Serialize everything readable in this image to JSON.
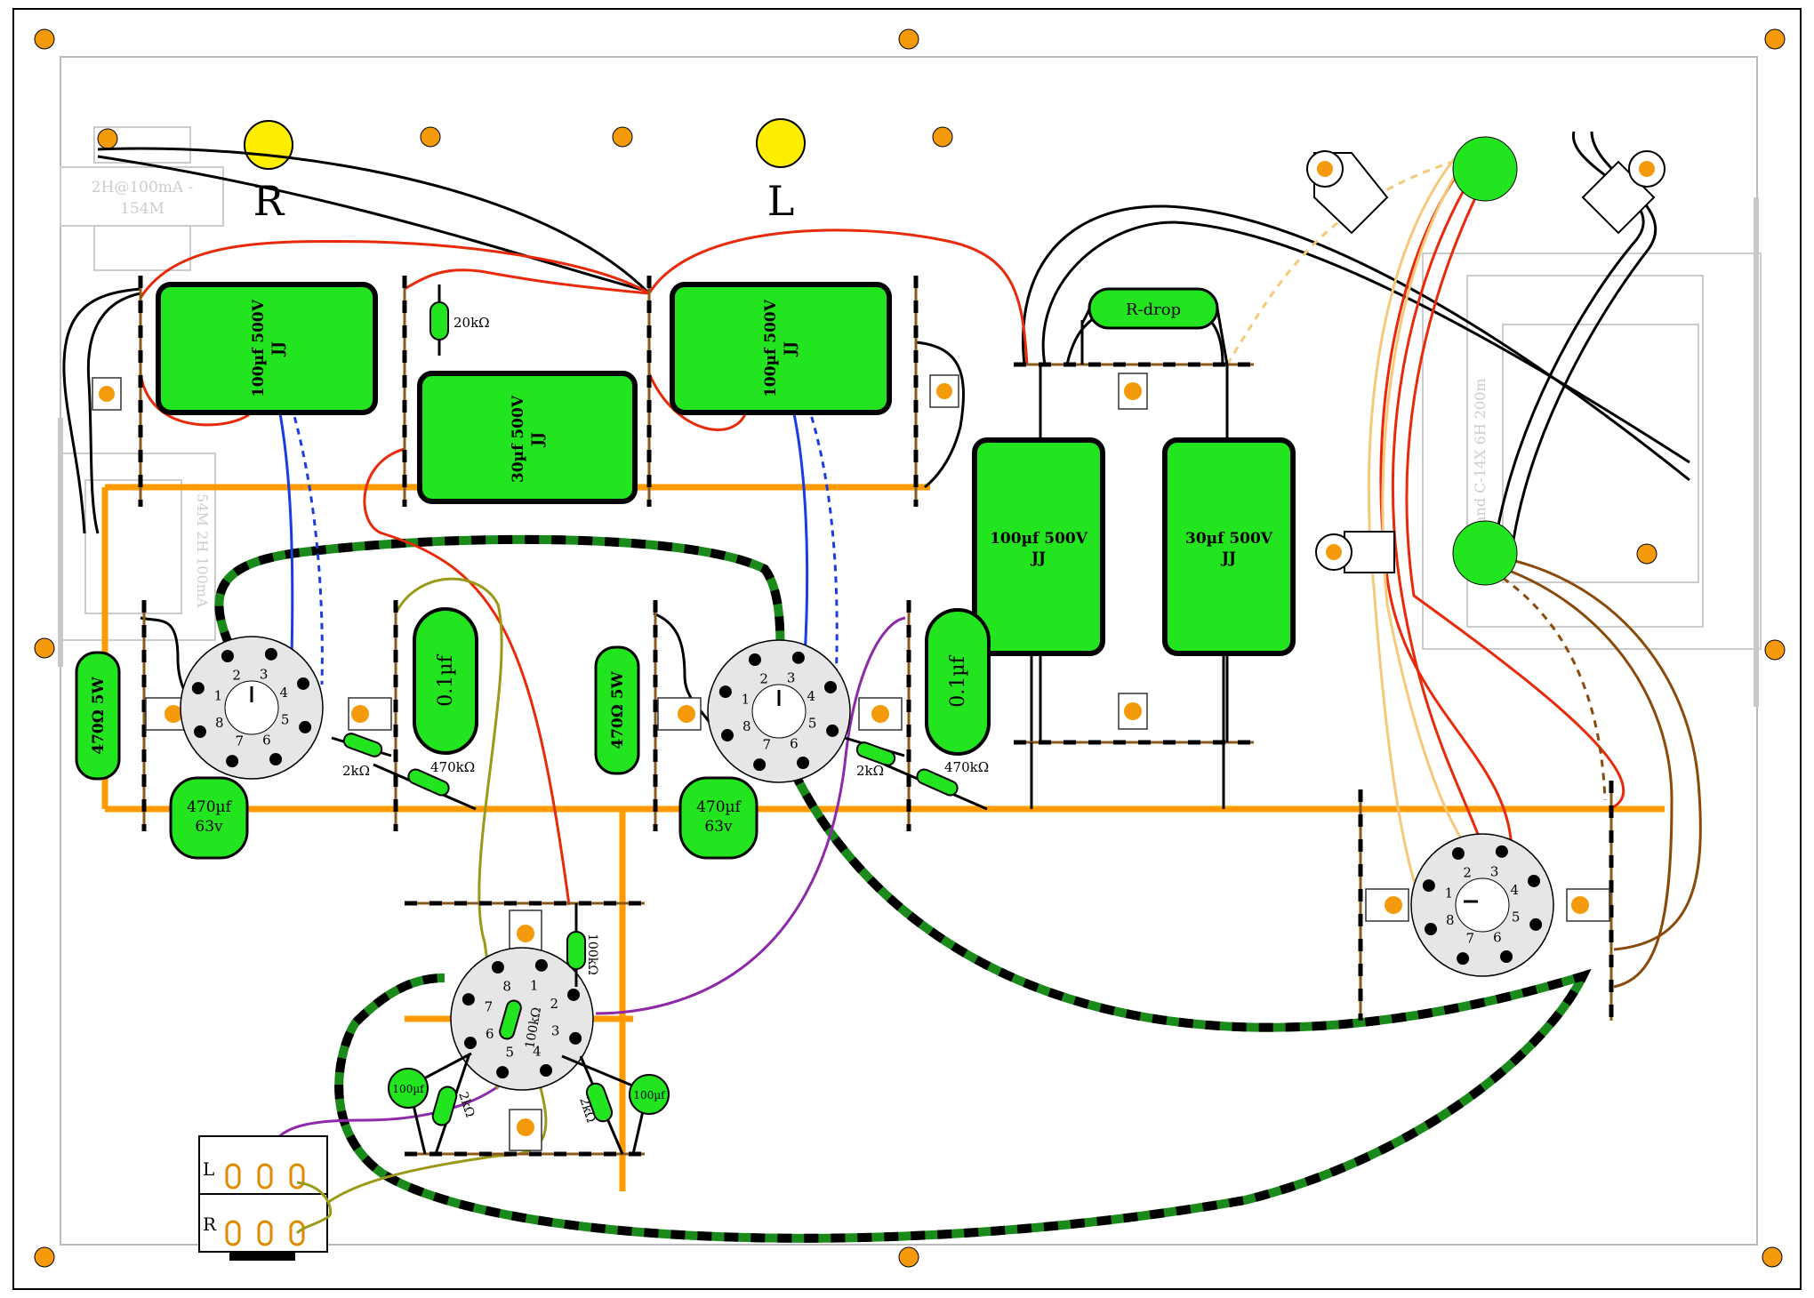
{
  "channel_labels": {
    "right": "R",
    "left": "L"
  },
  "choke_faint": {
    "label_line1": "2H@100mA -",
    "label_line2": "154M"
  },
  "choke_faint_vertical": "154M 2H 100mA",
  "power_transformer_faint": "and C-14X 6H 200m",
  "filter_caps": {
    "r_main": {
      "line1": "100µf 500V",
      "line2": "JJ"
    },
    "r_second": {
      "line1": "30µf 500V",
      "line2": "JJ"
    },
    "l_main": {
      "line1": "100µf 500V",
      "line2": "JJ"
    },
    "psu_main": {
      "line1": "100µf 500V",
      "line2": "JJ"
    },
    "psu_second": {
      "line1": "30µf 500V",
      "line2": "JJ"
    }
  },
  "resistors": {
    "r_20k": "20kΩ",
    "r_drop": "R-drop",
    "cathode_r_r": "470Ω 5W",
    "cathode_r_l": "470Ω 5W",
    "grid_stop_r": "2kΩ",
    "grid_leak_r": "470kΩ",
    "grid_stop_l": "2kΩ",
    "grid_leak_l": "470kΩ",
    "driver_100k_top": "100kΩ",
    "driver_100k_center": "100kΩ",
    "driver_2k_left": "2kΩ",
    "driver_2k_right": "2kΩ"
  },
  "coupling_caps": {
    "r": "0.1µf",
    "l": "0.1µf"
  },
  "cathode_caps": {
    "r": {
      "line1": "470µf",
      "line2": "63v"
    },
    "l": {
      "line1": "470µf",
      "line2": "63v"
    }
  },
  "driver_caps": {
    "left": "100µf",
    "right": "100µf"
  },
  "socket_pins": [
    "1",
    "2",
    "3",
    "4",
    "5",
    "6",
    "7",
    "8"
  ],
  "input_jack": {
    "left_label": "L",
    "right_label": "R"
  },
  "colors": {
    "cap_fill": "#22e51f",
    "ground_bus": "#ff9a00",
    "mount_dot": "#f59a0b",
    "pilot_light": "#ffee00",
    "terminal_strip": "#8a5a1a",
    "wire_red": "#e82a0a",
    "wire_blue": "#1a3ce0",
    "wire_purple": "#8e2aa8",
    "wire_olive": "#9a9a18",
    "wire_brown": "#8a4a0a",
    "wire_tan": "#f5c87a",
    "heater_green": "#1a8a1a"
  }
}
